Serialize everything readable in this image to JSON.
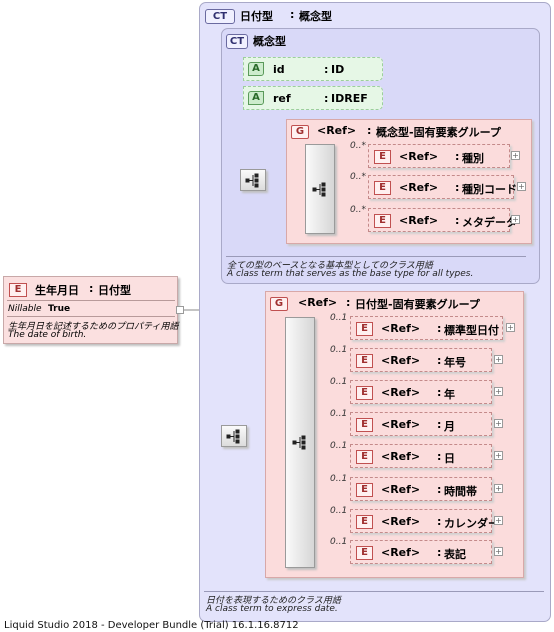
{
  "root_element": {
    "badge": "E",
    "name": "生年月日",
    "type": "日付型",
    "nillable_label": "Nillable",
    "nillable_value": "True",
    "doc_jp": "生年月日を記述するためのプロパティ用語",
    "doc_en": "The date of birth."
  },
  "outer_type": {
    "badge": "CT",
    "name": "日付型",
    "base": "概念型",
    "doc_jp": "日付を表現するためのクラス用語",
    "doc_en": "A class term to express date."
  },
  "inner_type": {
    "badge": "CT",
    "name": "概念型",
    "doc_jp": "全ての型のベースとなる基本型としてのクラス用語",
    "doc_en": "A class term that serves as the base type for all types."
  },
  "attributes": [
    {
      "badge": "A",
      "name": "id",
      "type": "ID"
    },
    {
      "badge": "A",
      "name": "ref",
      "type": "IDREF"
    }
  ],
  "group1": {
    "badge": "G",
    "ref": "<Ref>",
    "name": "概念型-固有要素グループ",
    "items": [
      {
        "occurs": "0..*",
        "badge": "E",
        "ref": "<Ref>",
        "name": "種別"
      },
      {
        "occurs": "0..*",
        "badge": "E",
        "ref": "<Ref>",
        "name": "種別コード"
      },
      {
        "occurs": "0..*",
        "badge": "E",
        "ref": "<Ref>",
        "name": "メタデータ"
      }
    ]
  },
  "group2": {
    "badge": "G",
    "ref": "<Ref>",
    "name": "日付型-固有要素グループ",
    "items": [
      {
        "occurs": "0..1",
        "badge": "E",
        "ref": "<Ref>",
        "name": "標準型日付"
      },
      {
        "occurs": "0..1",
        "badge": "E",
        "ref": "<Ref>",
        "name": "年号"
      },
      {
        "occurs": "0..1",
        "badge": "E",
        "ref": "<Ref>",
        "name": "年"
      },
      {
        "occurs": "0..1",
        "badge": "E",
        "ref": "<Ref>",
        "name": "月"
      },
      {
        "occurs": "0..1",
        "badge": "E",
        "ref": "<Ref>",
        "name": "日"
      },
      {
        "occurs": "0..1",
        "badge": "E",
        "ref": "<Ref>",
        "name": "時間帯"
      },
      {
        "occurs": "0..1",
        "badge": "E",
        "ref": "<Ref>",
        "name": "カレンダー"
      },
      {
        "occurs": "0..1",
        "badge": "E",
        "ref": "<Ref>",
        "name": "表記"
      }
    ]
  },
  "expand_symbol": "+",
  "separator": ":",
  "footer": "Liquid Studio 2018 - Developer Bundle (Trial) 16.1.16.8712"
}
